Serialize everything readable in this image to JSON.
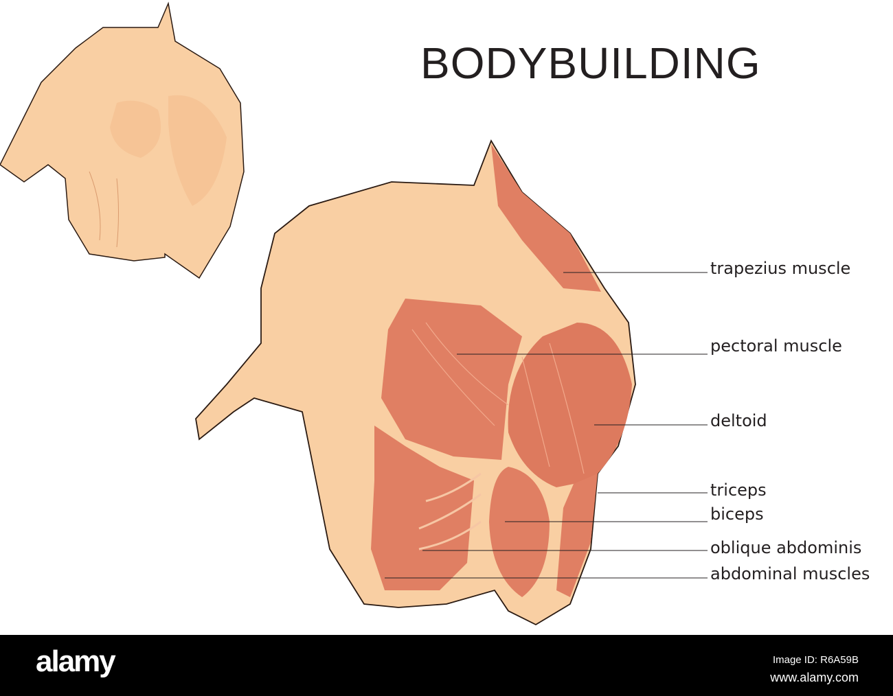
{
  "title": "BODYBUILDING",
  "labels": [
    {
      "id": "trapezius",
      "text": "trapezius muscle"
    },
    {
      "id": "pectoral",
      "text": "pectoral muscle"
    },
    {
      "id": "deltoid",
      "text": "deltoid"
    },
    {
      "id": "triceps",
      "text": "triceps"
    },
    {
      "id": "biceps",
      "text": "biceps"
    },
    {
      "id": "oblique",
      "text": "oblique abdominis"
    },
    {
      "id": "abdominal",
      "text": "abdominal muscles"
    }
  ],
  "footer": {
    "logo": "alamy",
    "image_id": "Image ID: R6A59B",
    "url": "www.alamy.com"
  },
  "colors": {
    "skin": "#f9cfa3",
    "skin_shadow": "#f0b27f",
    "muscle": "#e07f63",
    "muscle_dark": "#d16a50",
    "outline": "#2a1a12"
  }
}
